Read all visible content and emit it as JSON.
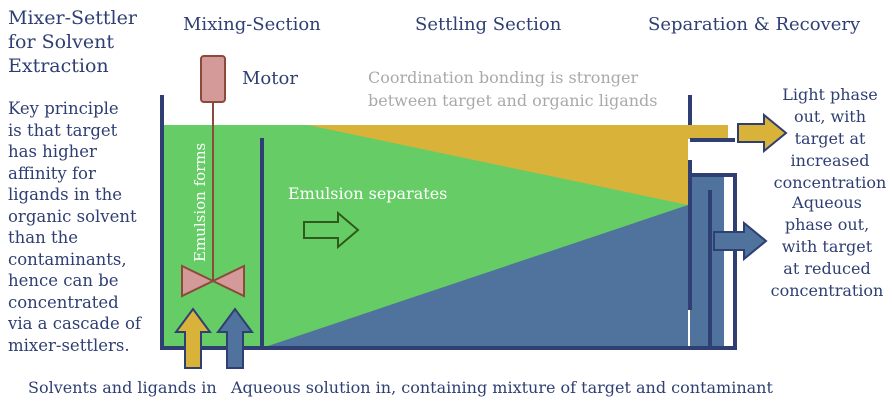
{
  "title": [
    "Mixer-Settler",
    "for Solvent",
    "Extraction"
  ],
  "principle": [
    "Key principle",
    "is that target",
    "has higher",
    "affinity for",
    "ligands in the",
    "organic solvent",
    "than the",
    "contaminants,",
    "hence can be",
    "concentrated",
    "via a cascade of",
    "mixer-settlers."
  ],
  "sections": {
    "mixing": "Mixing-Section",
    "settling": "Settling Section",
    "separation": "Separation & Recovery"
  },
  "motor_label": "Motor",
  "coordination_note": [
    "Coordination bonding is stronger",
    "between target and organic ligands"
  ],
  "emulsion_forms": "Emulsion forms",
  "emulsion_separates": "Emulsion separates",
  "light_out": [
    "Light phase",
    "out, with",
    "target at",
    "increased",
    "concentration"
  ],
  "aqueous_out": [
    "Aqueous",
    "phase out,",
    "with target",
    "at reduced",
    "concentration"
  ],
  "inputs": {
    "solvents": "Solvents and ligands in",
    "aqueous": "Aqueous solution in, containing mixture of target and contaminant"
  },
  "colors": {
    "outline": "#2f3f73",
    "green": "#66cc66",
    "gold": "#d9b23a",
    "blue": "#4f739c",
    "motor": "#d49a9a",
    "motor_stroke": "#8b4a3a",
    "text": "#2f3f73",
    "note": "#a9a9a9"
  },
  "icons": [
    "motor-icon",
    "impeller-icon",
    "arrow-right-icon",
    "arrow-up-icon"
  ]
}
